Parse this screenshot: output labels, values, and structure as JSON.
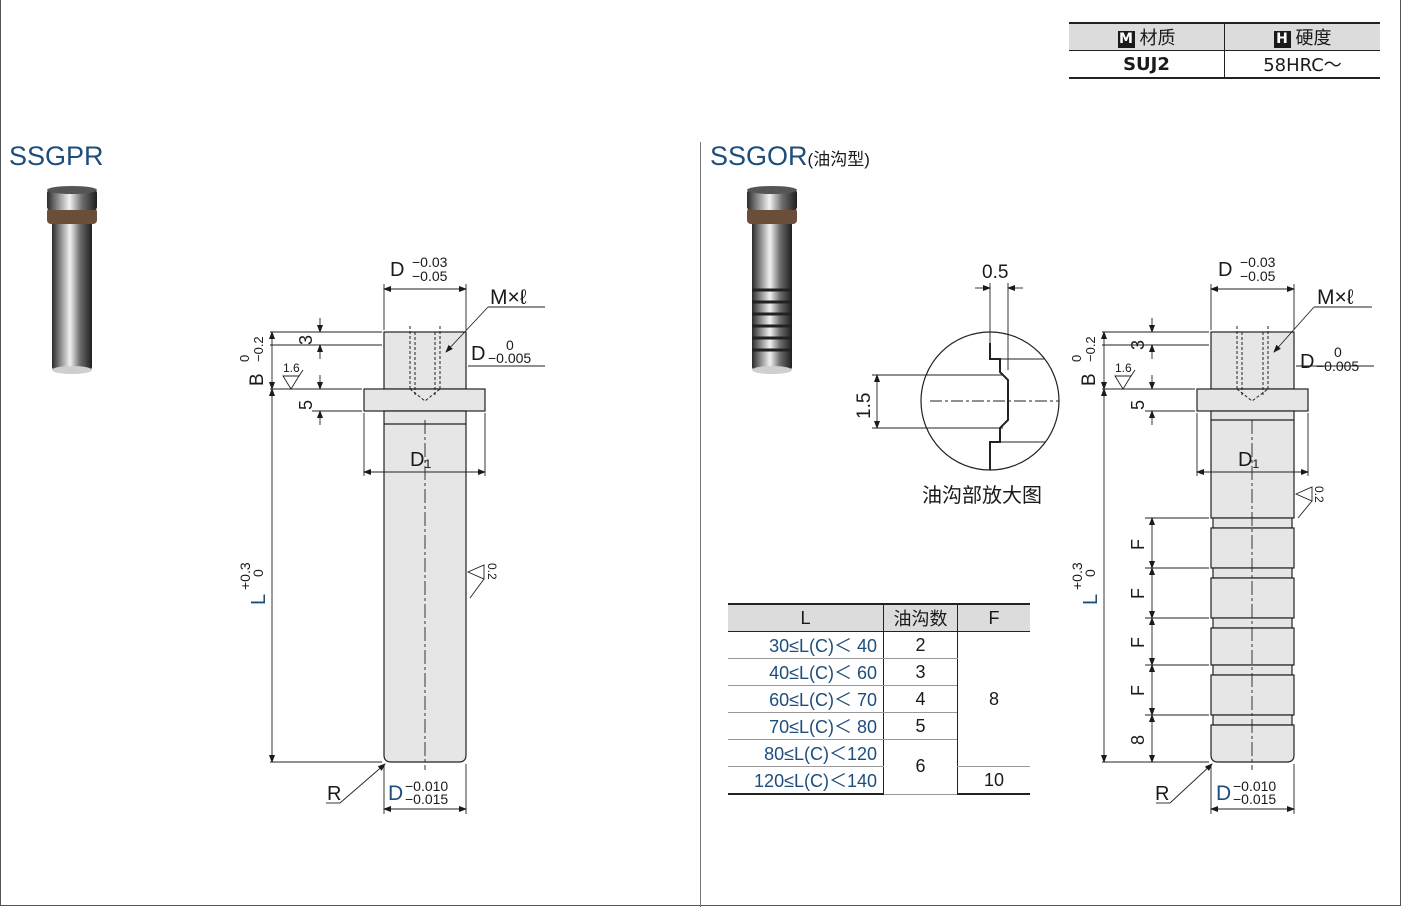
{
  "spec": {
    "material_badge": "M",
    "material_label": "材质",
    "hardness_badge": "H",
    "hardness_label": "硬度",
    "material_value": "SUJ2",
    "hardness_value": "58HRC～"
  },
  "left": {
    "title": "SSGPR"
  },
  "right": {
    "title": "SSGOR",
    "title_note": "(油沟型)"
  },
  "dims": {
    "D": "D",
    "D_tol_upper": "−0.03",
    "D_tol_lower": "−0.05",
    "Ml": "M×ℓ",
    "D2_tol_upper": "0",
    "D2_tol_lower": "−0.005",
    "B": "B",
    "B_tol_upper": "0",
    "B_tol_lower": "−0.2",
    "three": "3",
    "five": "5",
    "rough_16": "1.6",
    "D1": "D₁",
    "L": "L",
    "L_tol_upper": "+0.3",
    "L_tol_lower": "0",
    "runout": "0.2",
    "R": "R",
    "Dbot_tol_upper": "−0.010",
    "Dbot_tol_lower": "−0.015",
    "F": "F",
    "eight": "8"
  },
  "detail": {
    "width": "0.5",
    "height": "1.5",
    "caption": "油沟部放大图"
  },
  "groove_table": {
    "headers": [
      "L",
      "油沟数",
      "F"
    ],
    "rows": [
      {
        "range": "30≤L(C)＜ 40",
        "count": "2"
      },
      {
        "range": "40≤L(C)＜ 60",
        "count": "3"
      },
      {
        "range": "60≤L(C)＜ 70",
        "count": "4"
      },
      {
        "range": "70≤L(C)＜ 80",
        "count": "5"
      },
      {
        "range": "80≤L(C)＜120",
        "count": "6"
      },
      {
        "range": "120≤L(C)＜140",
        "count": ""
      }
    ],
    "f_main": "8",
    "f_last": "10"
  },
  "colors": {
    "accent": "#1d4d7c",
    "pin_fill": "#e6e6e6",
    "header_bg": "#dcdcdc"
  }
}
